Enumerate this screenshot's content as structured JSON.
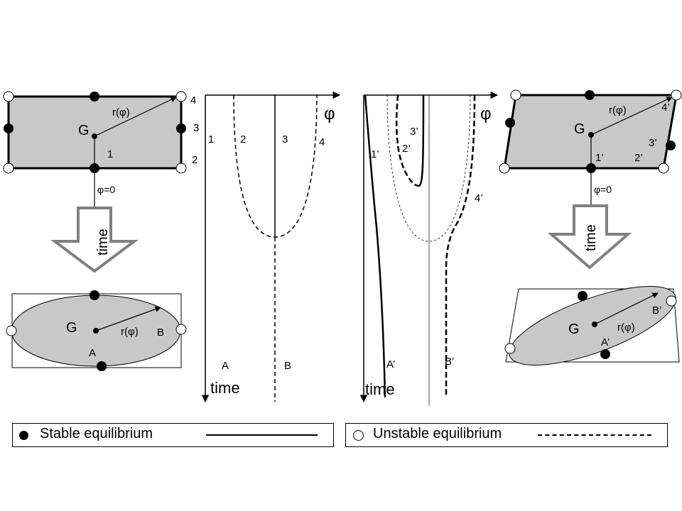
{
  "panels": {
    "left_rect": {
      "G": "G",
      "r": "r(φ)",
      "labels": [
        "1",
        "2",
        "3",
        "4"
      ],
      "phi0": "φ=0",
      "arrow_text": "time"
    },
    "left_ellipse": {
      "G": "G",
      "r": "r(φ)",
      "A": "A",
      "B": "B"
    },
    "chart_left": {
      "phi": "φ",
      "time": "time",
      "curve_labels": [
        "1",
        "2",
        "3",
        "4"
      ],
      "A": "A",
      "B": "B"
    },
    "chart_right": {
      "phi": "φ",
      "time": "time",
      "curve_labels": [
        "1’",
        "2’",
        "3’",
        "4’"
      ],
      "A": "A’",
      "B": "B’"
    },
    "right_para": {
      "G": "G",
      "r": "r(φ)",
      "labels": [
        "1’",
        "2’",
        "3’",
        "4’"
      ],
      "phi0": "φ=0",
      "arrow_text": "time"
    },
    "right_ellipse": {
      "G": "G",
      "r": "r(φ)",
      "A": "A’",
      "B": "B’"
    }
  },
  "legend": {
    "stable": "Stable equilibrium",
    "unstable": "Unstable equilibrium"
  },
  "colors": {
    "fill_gray": "#c8c8c8",
    "arrow_gray": "#808080",
    "line": "#000000"
  }
}
